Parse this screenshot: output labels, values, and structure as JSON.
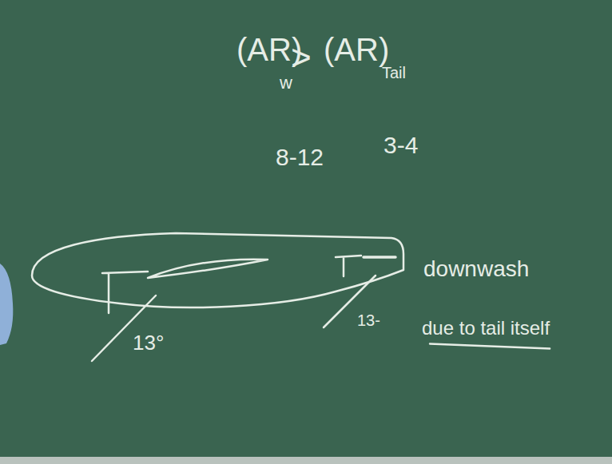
{
  "diagram": {
    "labels": [
      "(AR)",
      "w",
      ">",
      "(AR)",
      "Tail",
      "8-12",
      "3-4",
      "13°",
      "13-",
      "downwash",
      "due to tail itself"
    ]
  }
}
